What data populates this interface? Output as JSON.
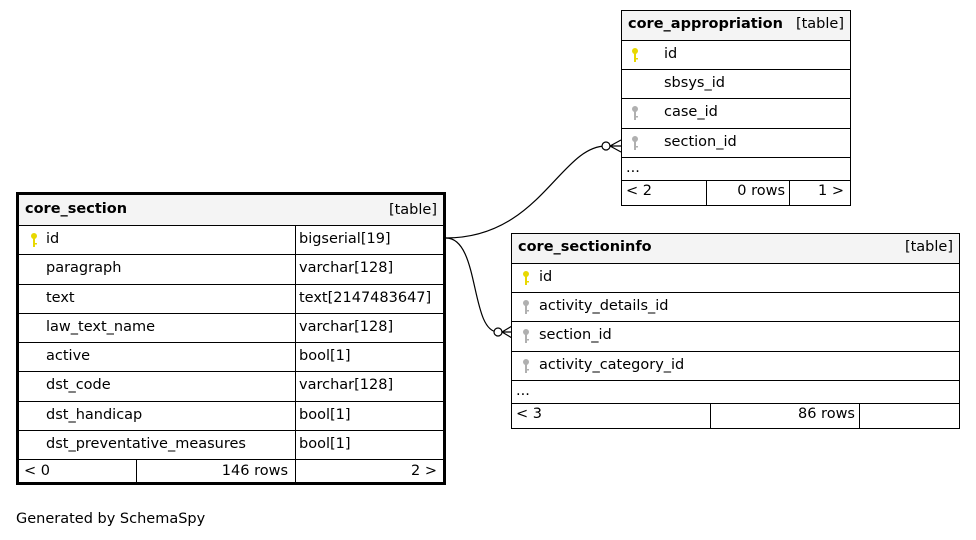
{
  "tables": {
    "core_section": {
      "name": "core_section",
      "kind": "[table]",
      "columns": [
        {
          "name": "id",
          "type": "bigserial[19]",
          "key": "primary"
        },
        {
          "name": "paragraph",
          "type": "varchar[128]",
          "key": "none"
        },
        {
          "name": "text",
          "type": "text[2147483647]",
          "key": "none"
        },
        {
          "name": "law_text_name",
          "type": "varchar[128]",
          "key": "none"
        },
        {
          "name": "active",
          "type": "bool[1]",
          "key": "none"
        },
        {
          "name": "dst_code",
          "type": "varchar[128]",
          "key": "none"
        },
        {
          "name": "dst_handicap",
          "type": "bool[1]",
          "key": "none"
        },
        {
          "name": "dst_preventative_measures",
          "type": "bool[1]",
          "key": "none"
        }
      ],
      "footer": {
        "parents": "< 0",
        "rows": "146 rows",
        "children": "2 >"
      }
    },
    "core_appropriation": {
      "name": "core_appropriation",
      "kind": "[table]",
      "columns": [
        {
          "name": "id",
          "key": "primary"
        },
        {
          "name": "sbsys_id",
          "key": "none"
        },
        {
          "name": "case_id",
          "key": "foreign"
        },
        {
          "name": "section_id",
          "key": "foreign"
        }
      ],
      "ellipsis": "...",
      "footer": {
        "parents": "< 2",
        "rows": "0 rows",
        "children": "1 >"
      }
    },
    "core_sectioninfo": {
      "name": "core_sectioninfo",
      "kind": "[table]",
      "columns": [
        {
          "name": "id",
          "key": "primary"
        },
        {
          "name": "activity_details_id",
          "key": "foreign"
        },
        {
          "name": "section_id",
          "key": "foreign"
        },
        {
          "name": "activity_category_id",
          "key": "foreign"
        }
      ],
      "ellipsis": "...",
      "footer": {
        "parents": "< 3",
        "rows": "86 rows",
        "children": ""
      }
    }
  },
  "colors": {
    "primary_key": "#e8d800",
    "foreign_key": "#b0b0b0",
    "header_bg": "#f4f4f4"
  },
  "generated_by": "Generated by SchemaSpy"
}
